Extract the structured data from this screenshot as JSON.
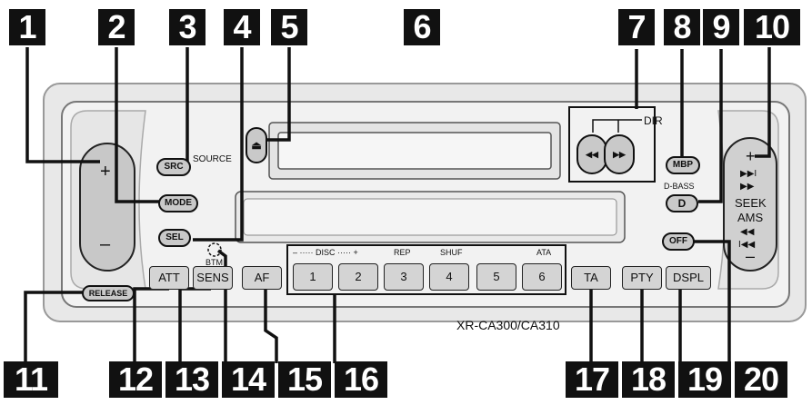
{
  "callouts": [
    "1",
    "2",
    "3",
    "4",
    "5",
    "6",
    "7",
    "8",
    "9",
    "10",
    "11",
    "12",
    "13",
    "14",
    "15",
    "16",
    "17",
    "18",
    "19",
    "20"
  ],
  "buttons": {
    "src": "SRC",
    "source": "SOURCE",
    "mode": "MODE",
    "sel": "SEL",
    "release": "RELEASE",
    "att": "ATT",
    "sens": "SENS",
    "af": "AF",
    "ta": "TA",
    "pty": "PTY",
    "dspl": "DSPL",
    "mbp": "MBP",
    "d": "D",
    "off": "OFF",
    "eject": "⏏",
    "rew": "◀◀",
    "ff": "▶▶"
  },
  "presets": [
    "1",
    "2",
    "3",
    "4",
    "5",
    "6"
  ],
  "preset_labels": {
    "disc": "– ····· DISC ····· +",
    "rep": "REP",
    "shuf": "SHUF",
    "ata": "ATA"
  },
  "labels": {
    "dir": "DIR",
    "btm": "BTM",
    "dbass": "D-BASS",
    "seek": "SEEK",
    "ams": "AMS",
    "model": "XR-CA300/CA310",
    "plus": "+",
    "minus": "–",
    "seek_plus": "+",
    "seek_minus": "–",
    "seek_fwd": "▶▶I",
    "seek_ff": "▶▶",
    "seek_rew": "◀◀",
    "seek_back": "I◀◀"
  }
}
